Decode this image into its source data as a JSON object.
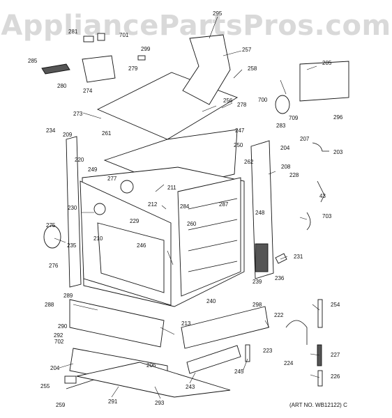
{
  "watermark": "AppliancePartsPros.com",
  "art_number": "(ART NO. WB12122) C",
  "callouts": [
    "295",
    "281",
    "701",
    "299",
    "257",
    "285",
    "279",
    "205",
    "280",
    "274",
    "258",
    "273",
    "256",
    "278",
    "700",
    "709",
    "296",
    "234",
    "209",
    "261",
    "247",
    "283",
    "220",
    "250",
    "204",
    "207",
    "203",
    "249",
    "277",
    "262",
    "208",
    "228",
    "211",
    "43",
    "284",
    "212",
    "287",
    "230",
    "229",
    "248",
    "703",
    "275",
    "260",
    "210",
    "246",
    "231",
    "235",
    "276",
    "239",
    "236",
    "288",
    "289",
    "240",
    "298",
    "254",
    "290",
    "222",
    "213",
    "292",
    "702",
    "223",
    "224",
    "227",
    "204",
    "206",
    "245",
    "255",
    "243",
    "226",
    "259",
    "291",
    "293"
  ],
  "colors": {
    "watermark": "#d9d9d9",
    "line": "#111111",
    "background": "#ffffff"
  }
}
